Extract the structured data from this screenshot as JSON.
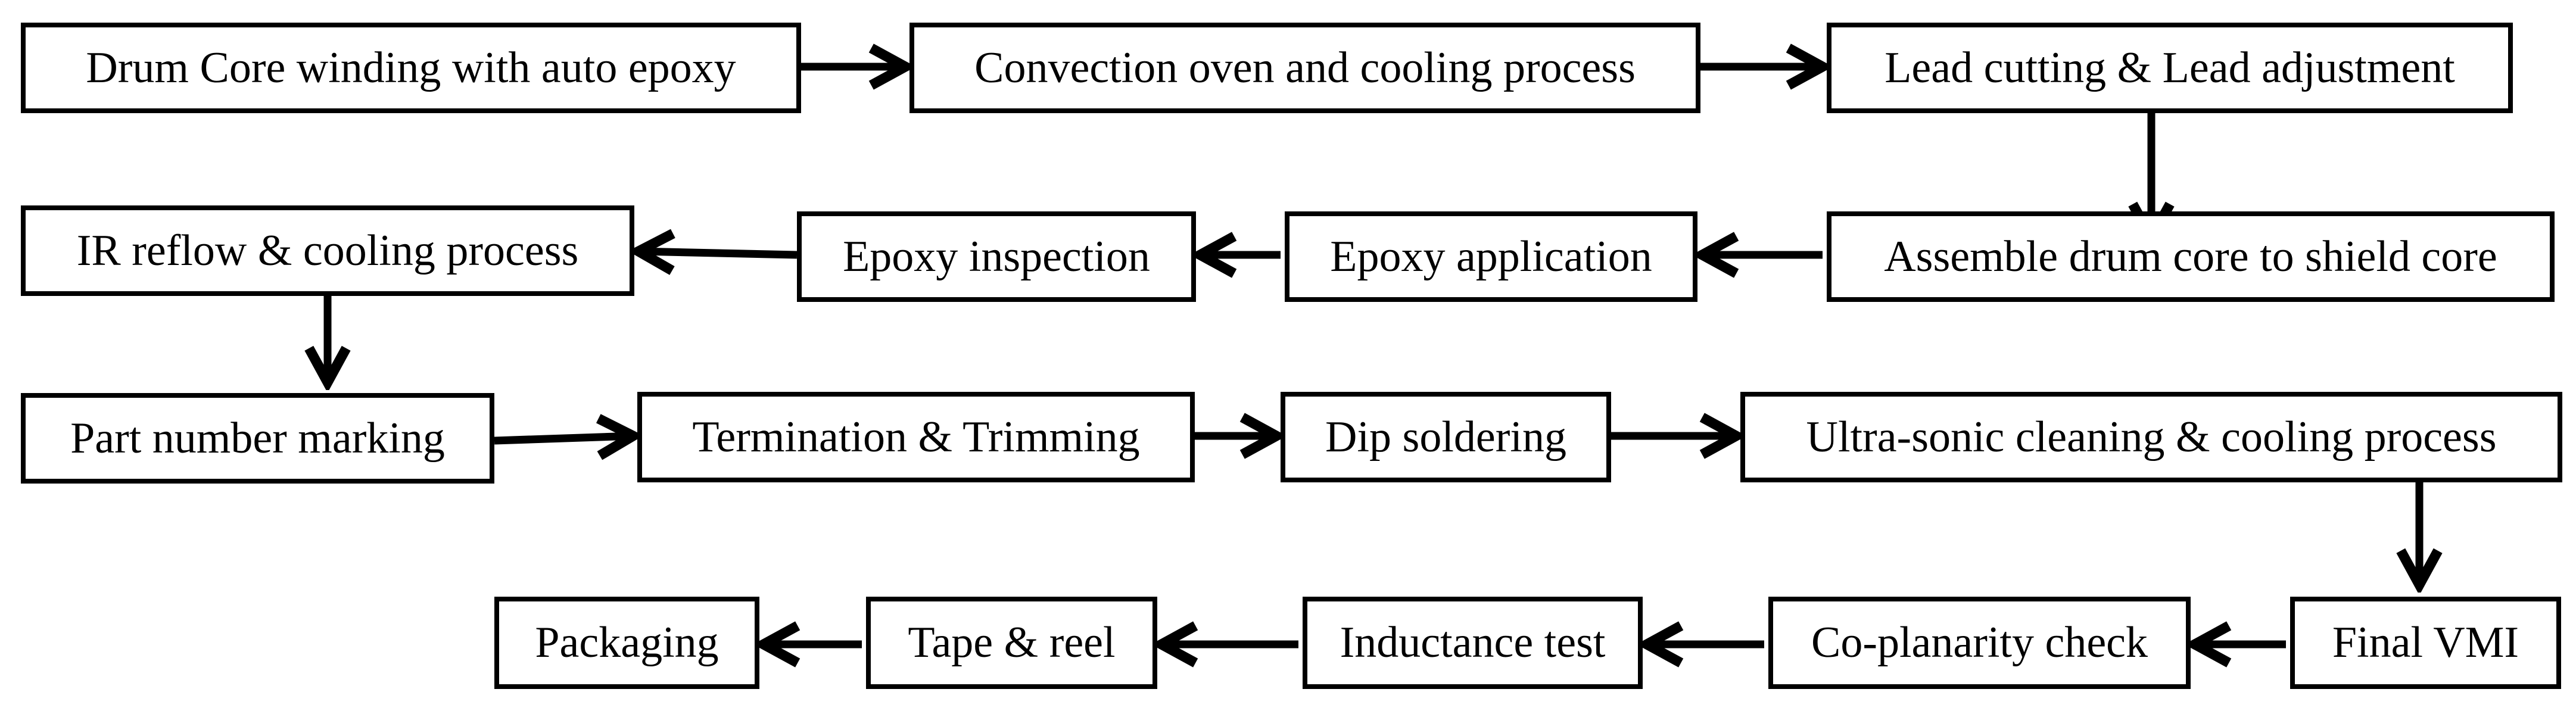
{
  "colors": {
    "stroke": "#000000",
    "background": "#ffffff",
    "text": "#000000"
  },
  "steps": [
    {
      "id": "s1",
      "label": "Drum Core winding with auto epoxy"
    },
    {
      "id": "s2",
      "label": "Convection oven and cooling process"
    },
    {
      "id": "s3",
      "label": "Lead cutting & Lead adjustment"
    },
    {
      "id": "s4",
      "label": "Assemble drum core to shield core"
    },
    {
      "id": "s5",
      "label": "Epoxy application"
    },
    {
      "id": "s6",
      "label": "Epoxy inspection"
    },
    {
      "id": "s7",
      "label": "IR reflow & cooling process"
    },
    {
      "id": "s8",
      "label": "Part number marking"
    },
    {
      "id": "s9",
      "label": "Termination & Trimming"
    },
    {
      "id": "s10",
      "label": "Dip soldering"
    },
    {
      "id": "s11",
      "label": "Ultra-sonic cleaning & cooling process"
    },
    {
      "id": "s12",
      "label": "Final VMI"
    },
    {
      "id": "s13",
      "label": "Co-planarity check"
    },
    {
      "id": "s14",
      "label": "Inductance test"
    },
    {
      "id": "s15",
      "label": "Tape & reel"
    },
    {
      "id": "s16",
      "label": "Packaging"
    }
  ],
  "flows": [
    [
      "s1",
      "s2"
    ],
    [
      "s2",
      "s3"
    ],
    [
      "s3",
      "s4"
    ],
    [
      "s4",
      "s5"
    ],
    [
      "s5",
      "s6"
    ],
    [
      "s6",
      "s7"
    ],
    [
      "s7",
      "s8"
    ],
    [
      "s8",
      "s9"
    ],
    [
      "s9",
      "s10"
    ],
    [
      "s10",
      "s11"
    ],
    [
      "s11",
      "s12"
    ],
    [
      "s12",
      "s13"
    ],
    [
      "s13",
      "s14"
    ],
    [
      "s14",
      "s15"
    ],
    [
      "s15",
      "s16"
    ]
  ]
}
